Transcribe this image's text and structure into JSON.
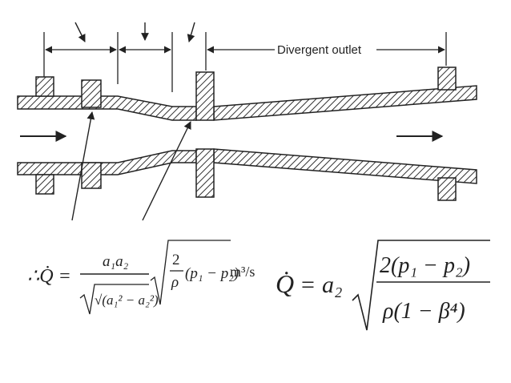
{
  "diagram": {
    "label_divergent_outlet": "Divergent outlet"
  },
  "eq1": {
    "lhs": "∴Q̇ =",
    "numerator": "a₁a₂",
    "den": "√(a₁² − a₂²)",
    "frac_num": "2",
    "frac_den": "ρ",
    "paren": "(p₁ − p₂)",
    "units": "m³/s"
  },
  "eq2": {
    "lhs": "Q̇",
    "equals": "=",
    "a2": "a₂",
    "numerator": "2(p₁ − p₂)",
    "denominator": "ρ(1 − β⁴)"
  }
}
